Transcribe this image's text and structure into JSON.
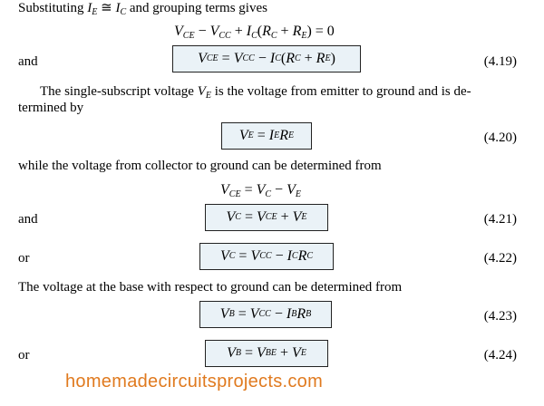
{
  "intro": "Substituting I_E ≅ I_C and grouping terms gives",
  "eq_grouping": "V_CE − V_CC + I_C(R_C + R_E) = 0",
  "eqs": [
    {
      "label": "and",
      "number": "(4.19)"
    },
    {
      "label": "",
      "number": "(4.20)"
    },
    {
      "label": "and",
      "number": "(4.21)"
    },
    {
      "label": "or",
      "number": "(4.22)"
    },
    {
      "label": "",
      "number": "(4.23)"
    },
    {
      "label": "or",
      "number": "(4.24)"
    }
  ],
  "para_ve_line1": "The single-subscript voltage V_E is the voltage from emitter to ground and is de-",
  "para_ve_line2": "termined by",
  "para_collector": "while the voltage from collector to ground can be determined from",
  "eq_vce_diff": "V_CE = V_C − V_E",
  "para_base": "The voltage at the base with respect to ground can be determined from",
  "watermark": "homemadecircuitsprojects.com"
}
